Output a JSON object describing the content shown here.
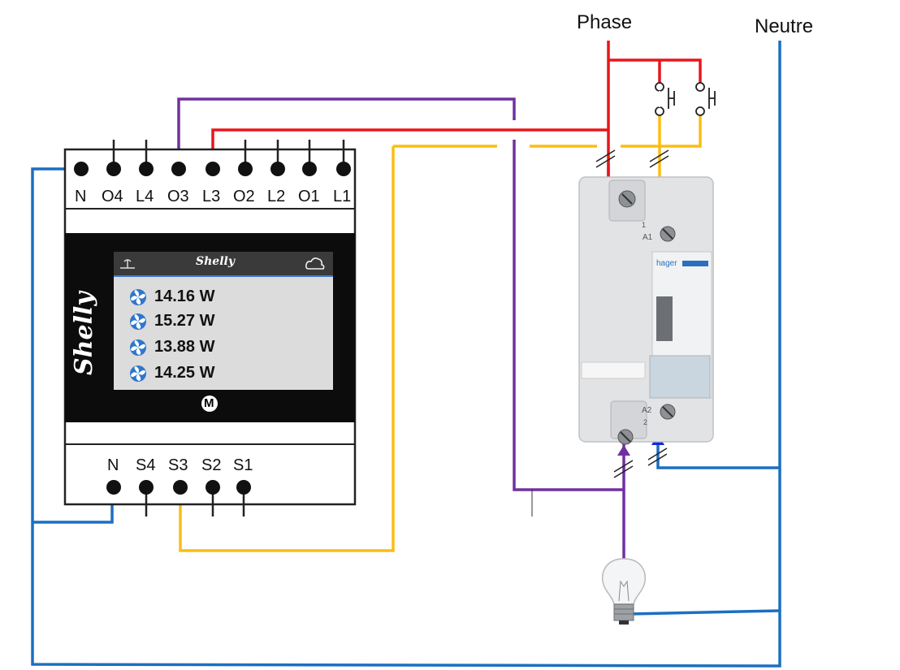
{
  "labels": {
    "phase": "Phase",
    "neutre": "Neutre"
  },
  "shelly": {
    "brand": "Shelly",
    "mode_badge": "M",
    "top_terminals": [
      "N",
      "O4",
      "L4",
      "O3",
      "L3",
      "O2",
      "L2",
      "O1",
      "L1"
    ],
    "bottom_terminals": [
      "N",
      "S4",
      "S3",
      "S2",
      "S1"
    ],
    "readings": [
      "14.16 W",
      "15.27 W",
      "13.88 W",
      "14.25 W"
    ]
  },
  "relay": {
    "brand": "hager",
    "terminal_a1": "A1",
    "terminal_a2": "A2",
    "terminal_1": "1",
    "terminal_2": "2"
  },
  "wire_colors": {
    "phase": "#e8161b",
    "neutral": "#1b6fc2",
    "command": "#fbbd12",
    "output": "#7030a0",
    "arrow_orange": "#f79a1e",
    "arrow_blue": "#1327e0"
  },
  "icons": [
    "wifi-icon",
    "cloud-icon",
    "fan-icon",
    "push-button-icon",
    "light-bulb-icon"
  ]
}
